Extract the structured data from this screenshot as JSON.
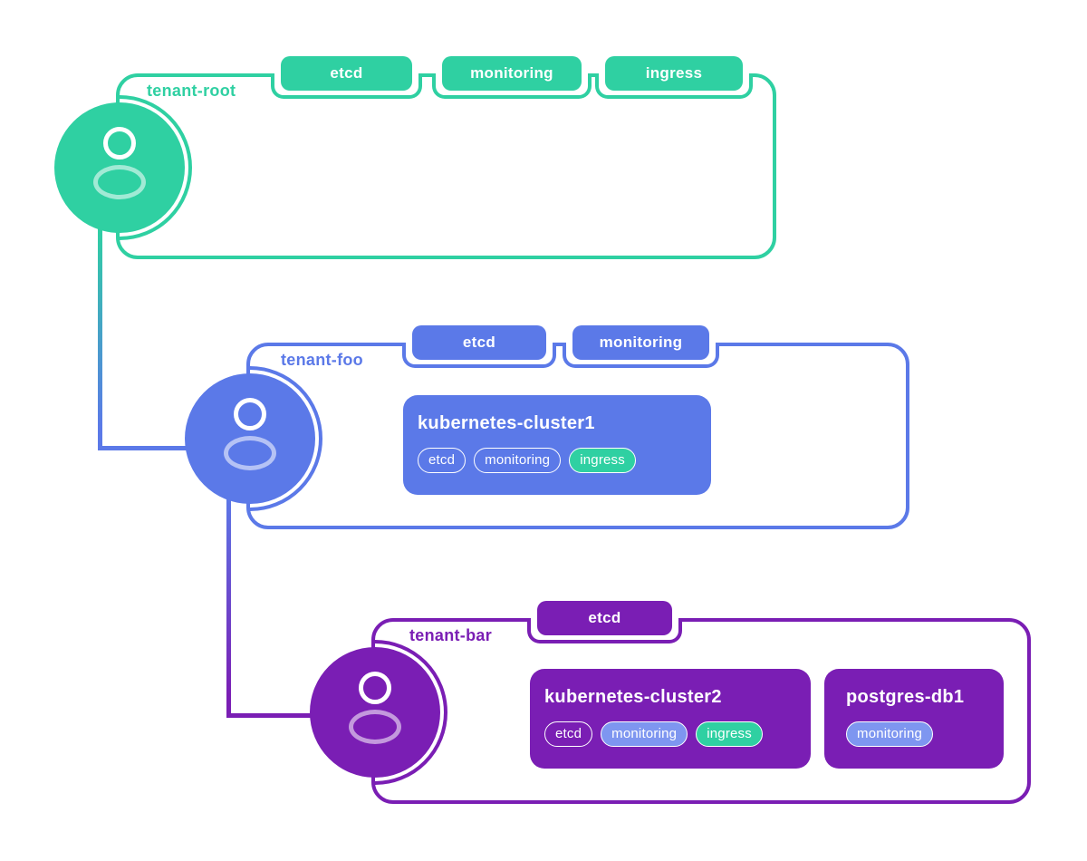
{
  "tenants": [
    {
      "name": "tenant-root",
      "color": "#2FD0A2",
      "tags": [
        {
          "label": "etcd",
          "variant": "solid"
        },
        {
          "label": "monitoring",
          "variant": "solid"
        },
        {
          "label": "ingress",
          "variant": "solid"
        }
      ],
      "children": []
    },
    {
      "name": "tenant-foo",
      "color": "#5B79E8",
      "tags": [
        {
          "label": "etcd",
          "variant": "solid"
        },
        {
          "label": "monitoring",
          "variant": "solid"
        }
      ],
      "children": [
        {
          "title": "kubernetes-cluster1",
          "pills": [
            {
              "label": "etcd",
              "variant": "outline"
            },
            {
              "label": "monitoring",
              "variant": "outline"
            },
            {
              "label": "ingress",
              "variant": "green"
            }
          ]
        }
      ]
    },
    {
      "name": "tenant-bar",
      "color": "#7A1EB4",
      "tags": [
        {
          "label": "etcd",
          "variant": "solid"
        }
      ],
      "children": [
        {
          "title": "kubernetes-cluster2",
          "pills": [
            {
              "label": "etcd",
              "variant": "outline"
            },
            {
              "label": "monitoring",
              "variant": "blue"
            },
            {
              "label": "ingress",
              "variant": "green"
            }
          ]
        },
        {
          "title": "postgres-db1",
          "pills": [
            {
              "label": "monitoring",
              "variant": "blue"
            }
          ]
        }
      ]
    }
  ],
  "connections": [
    {
      "from": "tenant-root",
      "to": "tenant-foo"
    },
    {
      "from": "tenant-foo",
      "to": "tenant-bar"
    }
  ],
  "colors": {
    "green": "#2FD0A2",
    "blue": "#5B79E8",
    "purple": "#7A1EB4",
    "pill_blue": "#7E96F0",
    "background": "#FFFFFF",
    "text_on_fill": "#FFFFFF"
  }
}
